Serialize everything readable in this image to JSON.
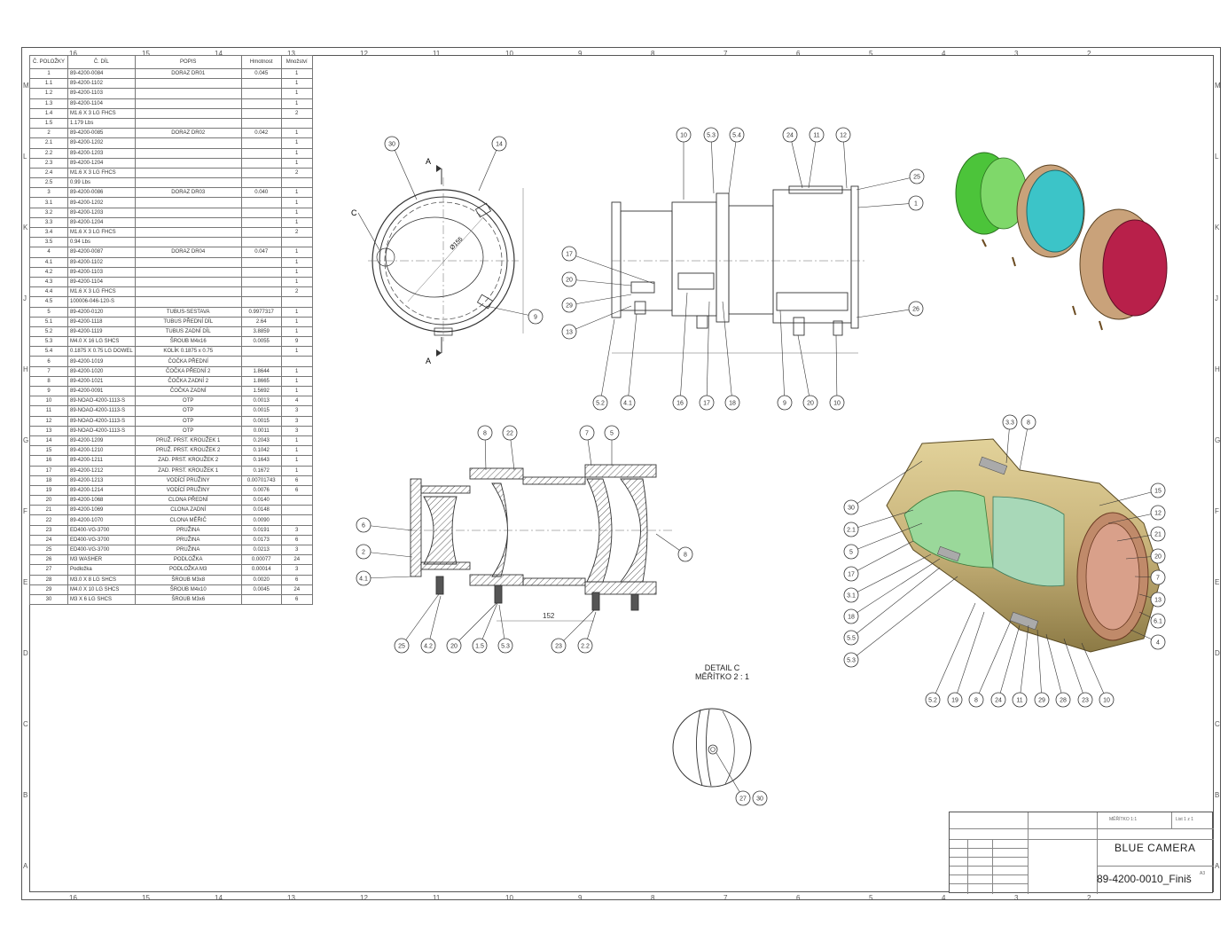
{
  "drawing": {
    "title": "BLUE CAMERA",
    "number": "89-4200-0010_Finiš",
    "detail_label_line1": "DETAIL C",
    "detail_label_line2": "MĚŘÍTKO 2 : 1",
    "section_marker": "A",
    "detail_marker": "C",
    "dim_diameter": "Ø155",
    "dim_length": "152"
  },
  "zones": {
    "columns": [
      "16",
      "15",
      "14",
      "13",
      "12",
      "11",
      "10",
      "9",
      "8",
      "7",
      "6",
      "5",
      "4",
      "3",
      "2"
    ],
    "rows": [
      "M",
      "L",
      "K",
      "J",
      "H",
      "G",
      "F",
      "E",
      "D",
      "C",
      "B",
      "A"
    ]
  },
  "bom": {
    "headers": [
      "Č. POLOŽKY",
      "Č. DÍL",
      "POPIS",
      "Hmotnost",
      "Množství"
    ],
    "rows": [
      [
        "1",
        "89-4200-0084",
        "DORAZ DR01",
        "0.045",
        "1"
      ],
      [
        "1.1",
        "89-4200-1102",
        "",
        "",
        "1"
      ],
      [
        "1.2",
        "89-4200-1103",
        "",
        "",
        "1"
      ],
      [
        "1.3",
        "89-4200-1104",
        "",
        "",
        "1"
      ],
      [
        "1.4",
        "M1.6 X 3 LG FHCS",
        "",
        "",
        "2"
      ],
      [
        "1.5",
        "1.179 Lbs",
        "",
        "",
        ""
      ],
      [
        "2",
        "89-4200-0085",
        "DORAZ DR02",
        "0.042",
        "1"
      ],
      [
        "2.1",
        "89-4200-1202",
        "",
        "",
        "1"
      ],
      [
        "2.2",
        "89-4200-1203",
        "",
        "",
        "1"
      ],
      [
        "2.3",
        "89-4200-1204",
        "",
        "",
        "1"
      ],
      [
        "2.4",
        "M1.6 X 3 LG FHCS",
        "",
        "",
        "2"
      ],
      [
        "2.5",
        "0.99 Lbs",
        "",
        "",
        ""
      ],
      [
        "3",
        "89-4200-0086",
        "DORAZ DR03",
        "0.040",
        "1"
      ],
      [
        "3.1",
        "89-4200-1202",
        "",
        "",
        "1"
      ],
      [
        "3.2",
        "89-4200-1203",
        "",
        "",
        "1"
      ],
      [
        "3.3",
        "89-4200-1204",
        "",
        "",
        "1"
      ],
      [
        "3.4",
        "M1.6 X 3 LG FHCS",
        "",
        "",
        "2"
      ],
      [
        "3.5",
        "0.94 Lbs",
        "",
        "",
        ""
      ],
      [
        "4",
        "89-4200-0087",
        "DORAZ DR04",
        "0.047",
        "1"
      ],
      [
        "4.1",
        "89-4200-1102",
        "",
        "",
        "1"
      ],
      [
        "4.2",
        "89-4200-1103",
        "",
        "",
        "1"
      ],
      [
        "4.3",
        "89-4200-1104",
        "",
        "",
        "1"
      ],
      [
        "4.4",
        "M1.6 X 3 LG FHCS",
        "",
        "",
        "2"
      ],
      [
        "4.5",
        "100006-046-120-S",
        "",
        "",
        ""
      ],
      [
        "5",
        "89-4200-0120",
        "TUBUS-SESTAVA",
        "0.9977317",
        "1"
      ],
      [
        "5.1",
        "89-4200-1118",
        "TUBUS PŘEDNÍ DÍL",
        "2.64",
        "1"
      ],
      [
        "5.2",
        "89-4200-1119",
        "TUBUS ZADNÍ DÍL",
        "3.8859",
        "1"
      ],
      [
        "5.3",
        "M4.0 X 16 LG SHCS",
        "ŠROUB M4x16",
        "0.0055",
        "9"
      ],
      [
        "5.4",
        "0.1875 X 0.75 LG DOWEL",
        "KOLÍK 0.1875 x 0.75",
        "",
        "1"
      ],
      [
        "6",
        "89-4200-1019",
        "ČOČKA PŘEDNÍ",
        "",
        ""
      ],
      [
        "7",
        "89-4200-1020",
        "ČOČKA PŘEDNÍ 2",
        "1.8644",
        "1"
      ],
      [
        "8",
        "89-4200-1021",
        "ČOČKA ZADNÍ 2",
        "1.8665",
        "1"
      ],
      [
        "9",
        "89-4200-0091",
        "ČOČKA ZADNÍ",
        "1.5692",
        "1"
      ],
      [
        "10",
        "89-NOAO-4200-1113-S",
        "OTP",
        "0.0013",
        "4"
      ],
      [
        "11",
        "89-NOAO-4200-1113-S",
        "OTP",
        "0.0015",
        "3"
      ],
      [
        "12",
        "89-NOAO-4200-1113-S",
        "OTP",
        "0.0015",
        "3"
      ],
      [
        "13",
        "89-NOAO-4200-1113-S",
        "OTP",
        "0.0011",
        "3"
      ],
      [
        "14",
        "89-4200-1209",
        "PRUŽ. PRST. KROUŽEK 1",
        "0.2043",
        "1"
      ],
      [
        "15",
        "89-4200-1210",
        "PRUŽ. PRST. KROUŽEK 2",
        "0.1042",
        "1"
      ],
      [
        "16",
        "89-4200-1211",
        "ZAD. PRST. KROUŽEK 2",
        "0.1643",
        "1"
      ],
      [
        "17",
        "89-4200-1212",
        "ZAD. PRST. KROUŽEK 1",
        "0.1672",
        "1"
      ],
      [
        "18",
        "89-4200-1213",
        "VODÍCÍ PRUŽINY",
        "0.00701743",
        "6"
      ],
      [
        "19",
        "89-4200-1214",
        "VODÍCÍ PRUŽINY",
        "0.0076",
        "6"
      ],
      [
        "20",
        "89-4200-1068",
        "CLONA PŘEDNÍ",
        "0.0140",
        ""
      ],
      [
        "21",
        "89-4200-1069",
        "CLONA ZADNÍ",
        "0.0148",
        ""
      ],
      [
        "22",
        "89-4200-1070",
        "CLONA MĚŘIČ",
        "0.0090",
        ""
      ],
      [
        "23",
        "ED400-VG-3700",
        "PRUŽINA",
        "0.0191",
        "3"
      ],
      [
        "24",
        "ED400-VG-3700",
        "PRUŽINA",
        "0.0173",
        "6"
      ],
      [
        "25",
        "ED400-VG-3700",
        "PRUŽINA",
        "0.0213",
        "3"
      ],
      [
        "26",
        "M3 WASHER",
        "PODLOŽKA",
        "0.00077",
        "24"
      ],
      [
        "27",
        "Podložka",
        "PODLOŽKA M3",
        "0.00014",
        "3"
      ],
      [
        "28",
        "M3.0 X 8 LG SHCS",
        "ŠROUB M3x8",
        "0.0020",
        "6"
      ],
      [
        "29",
        "M4.0 X 10 LG SHCS",
        "ŠROUB M4x10",
        "0.0045",
        "24"
      ],
      [
        "30",
        "M3 X 6 LG SHCS",
        "ŠROUB M3x6",
        "",
        "6"
      ]
    ]
  },
  "balloons": {
    "front": [
      "30",
      "14",
      "9"
    ],
    "side_top": [
      "10",
      "5.3",
      "5.4",
      "24",
      "11",
      "12",
      "25",
      "1",
      "26"
    ],
    "side_left": [
      "17",
      "20",
      "29",
      "13"
    ],
    "side_bottom": [
      "5.2",
      "4.1",
      "16",
      "17",
      "18",
      "9",
      "20",
      "10"
    ],
    "section_top": [
      "8",
      "22",
      "7",
      "5"
    ],
    "section_left": [
      "6",
      "2",
      "4.1"
    ],
    "section_right": [
      "8"
    ],
    "section_bottom": [
      "25",
      "4.2",
      "20",
      "1.5",
      "5.3",
      "23",
      "2.2"
    ],
    "iso_top": [
      "3.3",
      "8"
    ],
    "iso_left": [
      "30",
      "2.1",
      "5",
      "17",
      "3.1",
      "18",
      "5.5",
      "5.3"
    ],
    "iso_right": [
      "15",
      "12",
      "21",
      "20",
      "7",
      "13",
      "6.1",
      "4"
    ],
    "iso_bottom": [
      "5.2",
      "19",
      "8",
      "24",
      "11",
      "29",
      "28",
      "23",
      "10"
    ],
    "detail": [
      "27",
      "30"
    ]
  },
  "colors": {
    "line": "#333333",
    "body": "#c8b37a",
    "body_dark": "#8c7a45",
    "green": "#4cc43a",
    "cyan": "#3cc4c8",
    "crimson": "#b8204a",
    "tan": "#c9a27a"
  },
  "title_block": {
    "sheet_label": "List 1 z 1",
    "scale_label": "MĚŘÍTKO 1:1",
    "format_label": "A3"
  }
}
